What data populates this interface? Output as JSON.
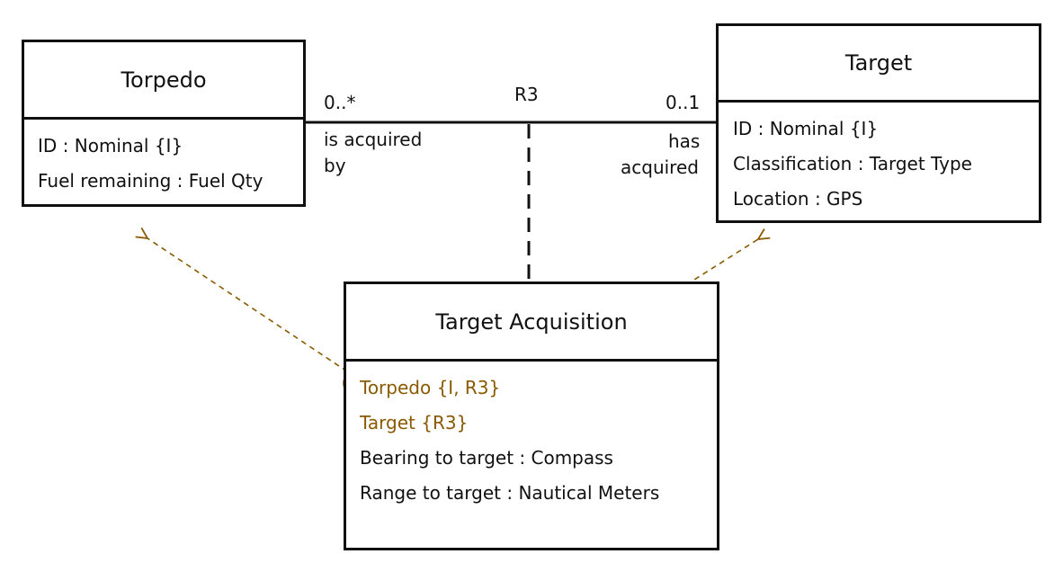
{
  "classes": {
    "torpedo": {
      "name": "Torpedo",
      "attributes": [
        "ID : Nominal {I}",
        "Fuel remaining : Fuel Qty"
      ]
    },
    "target": {
      "name": "Target",
      "attributes": [
        "ID : Nominal {I}",
        "Classification : Target Type",
        "Location : GPS"
      ]
    },
    "target_acquisition": {
      "name": "Target Acquisition",
      "attributes": [
        "Torpedo {I, R3}",
        "Target {R3}",
        "Bearing to target : Compass",
        "Range to target : Nautical Meters"
      ]
    }
  },
  "association": {
    "name": "R3",
    "left_multiplicity": "0..*",
    "left_phrase_1": "is acquired",
    "left_phrase_2": "by",
    "right_multiplicity": "0..1",
    "right_phrase_1": "has",
    "right_phrase_2": "acquired"
  },
  "colors": {
    "line": "#111111",
    "referential": "#8a5a00"
  }
}
